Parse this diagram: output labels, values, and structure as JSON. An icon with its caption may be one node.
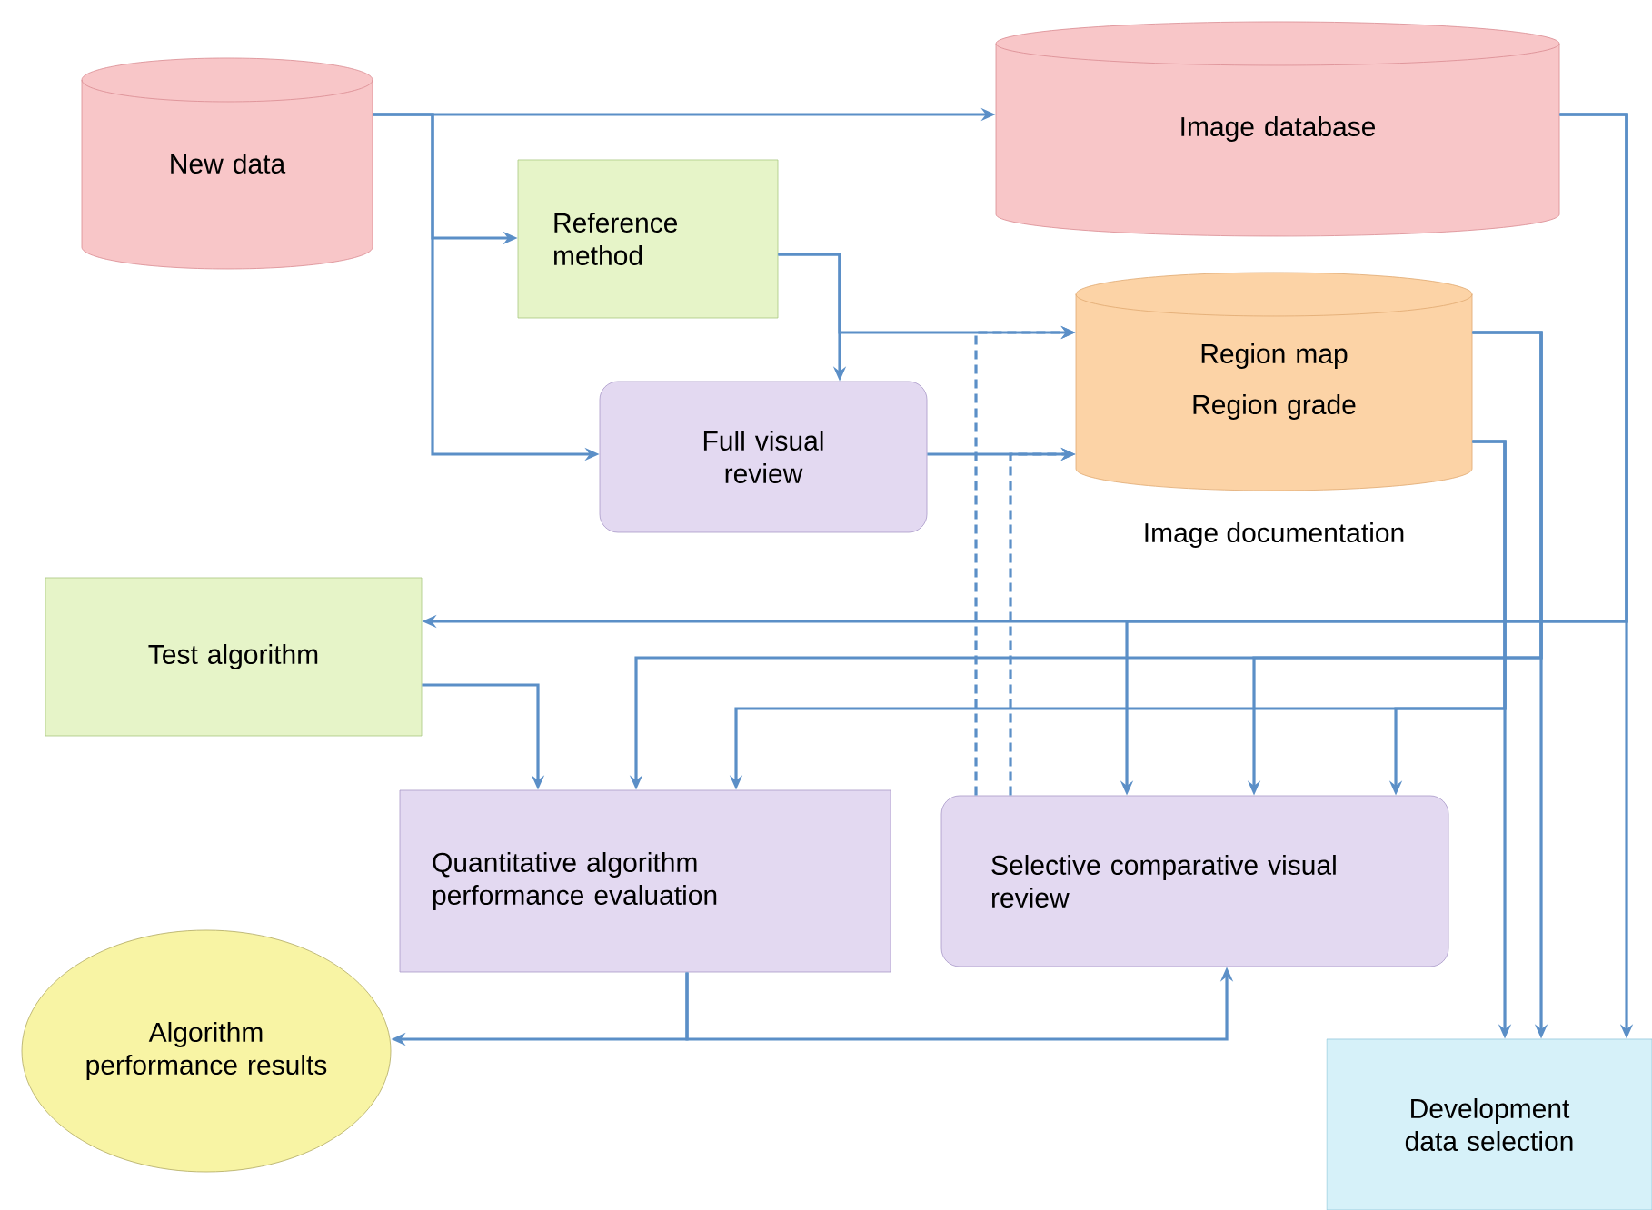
{
  "diagram": {
    "nodes": [
      {
        "text": [
          "New data"
        ]
      },
      {
        "text": [
          "Image database"
        ]
      },
      {
        "text": [
          "Reference method"
        ]
      },
      {
        "text": [
          "Region map",
          "Region grade"
        ],
        "beside": [
          "Image documentation"
        ]
      },
      {
        "text": [
          "Full visual review"
        ]
      },
      {
        "text": [
          "Test algorithm"
        ]
      },
      {
        "text": [
          "Quantitative algorithm performance evaluation"
        ]
      },
      {
        "text": [
          "Selective comparative visual review"
        ]
      },
      {
        "text": [
          "Algorithm performance results"
        ]
      },
      {
        "text": [
          "Development data selection"
        ]
      }
    ],
    "edges": [
      {
        "from": 0,
        "to": 1,
        "arrow": "to"
      },
      {
        "from": 0,
        "to": 2,
        "arrow": "to"
      },
      {
        "from": 0,
        "to": 4,
        "arrow": "to"
      },
      {
        "from": 2,
        "to": 4,
        "arrow": "to"
      },
      {
        "from": 2,
        "to": 3,
        "arrow": "to"
      },
      {
        "from": 4,
        "to": 3,
        "arrow": "to"
      },
      {
        "from": 7,
        "to": 3,
        "arrow": "to",
        "style": "dashed"
      },
      {
        "from": 7,
        "to": 3,
        "arrow": "to",
        "style": "dashed"
      },
      {
        "from": 1,
        "to": 5,
        "arrow": "to"
      },
      {
        "from": 1,
        "to": 7,
        "arrow": "to"
      },
      {
        "from": 1,
        "to": 9,
        "arrow": "to"
      },
      {
        "from": 3,
        "to": 6,
        "arrow": "to"
      },
      {
        "from": 3,
        "to": 7,
        "arrow": "to"
      },
      {
        "from": 3,
        "to": 9,
        "arrow": "to"
      },
      {
        "from": 3,
        "to": 6,
        "arrow": "to"
      },
      {
        "from": 3,
        "to": 7,
        "arrow": "to"
      },
      {
        "from": 3,
        "to": 9,
        "arrow": "to"
      },
      {
        "from": 5,
        "to": 6,
        "arrow": "to"
      },
      {
        "from": 6,
        "to": 8,
        "arrow": "to"
      },
      {
        "from": 6,
        "to": 7,
        "arrow": "to"
      }
    ]
  }
}
